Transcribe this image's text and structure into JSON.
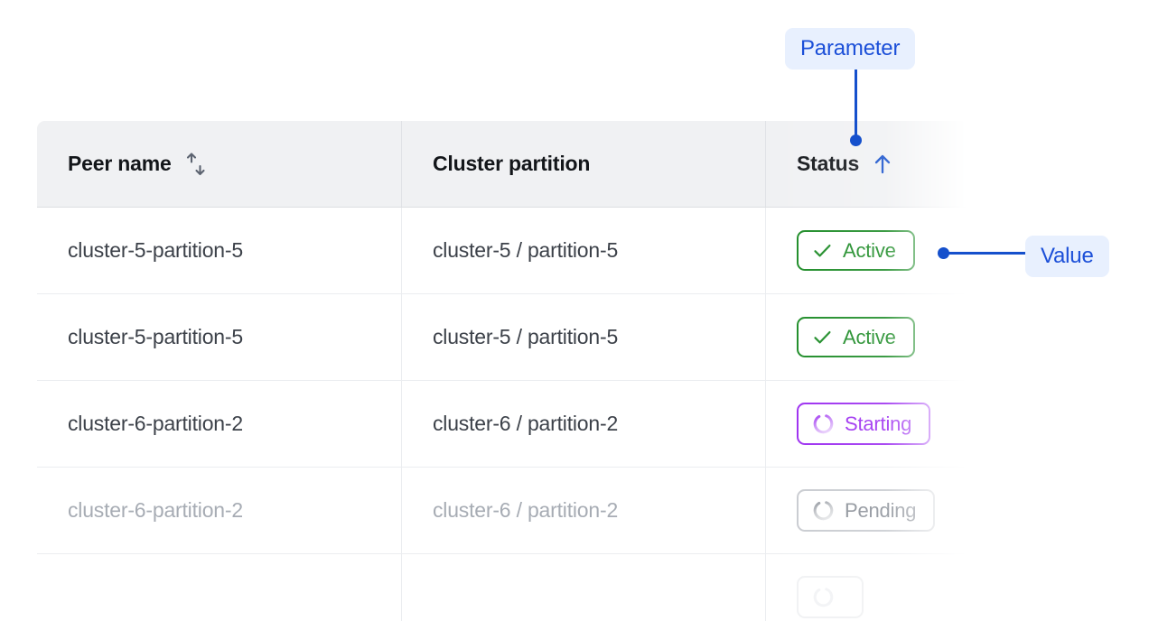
{
  "annotations": {
    "parameter_label": "Parameter",
    "value_label": "Value",
    "accent_color": "#1550cc",
    "badge_bg": "#e8f0fe",
    "badge_text_color": "#1b4fd8"
  },
  "table": {
    "columns": [
      {
        "header": "Peer name",
        "sort_icon": "sort-updown-icon",
        "sort_state": "none"
      },
      {
        "header": "Cluster partition",
        "sort_icon": null,
        "sort_state": "none"
      },
      {
        "header": "Status",
        "sort_icon": "sort-arrow-up-icon",
        "sort_state": "ascending"
      }
    ],
    "rows": [
      {
        "peer_name": "cluster-5-partition-5",
        "cluster_partition": "cluster-5 / partition-5",
        "status": {
          "label": "Active",
          "kind": "active",
          "icon": "check-icon",
          "color": "#1a8a24"
        },
        "fade": "none"
      },
      {
        "peer_name": "cluster-5-partition-5",
        "cluster_partition": "cluster-5 / partition-5",
        "status": {
          "label": "Active",
          "kind": "active",
          "icon": "check-icon",
          "color": "#1a8a24"
        },
        "fade": "none"
      },
      {
        "peer_name": "cluster-6-partition-2",
        "cluster_partition": "cluster-6 / partition-2",
        "status": {
          "label": "Starting",
          "kind": "starting",
          "icon": "spinner-icon",
          "color": "#9b2bf0"
        },
        "fade": "none"
      },
      {
        "peer_name": "cluster-6-partition-2",
        "cluster_partition": "cluster-6 / partition-2",
        "status": {
          "label": "Pending",
          "kind": "pending",
          "icon": "spinner-icon",
          "color": "#8b9098"
        },
        "fade": "light"
      },
      {
        "peer_name": "",
        "cluster_partition": "",
        "status": {
          "label": "",
          "kind": "ghost",
          "icon": "spinner-icon",
          "color": "#f0f1f3"
        },
        "fade": "heavy"
      }
    ]
  }
}
